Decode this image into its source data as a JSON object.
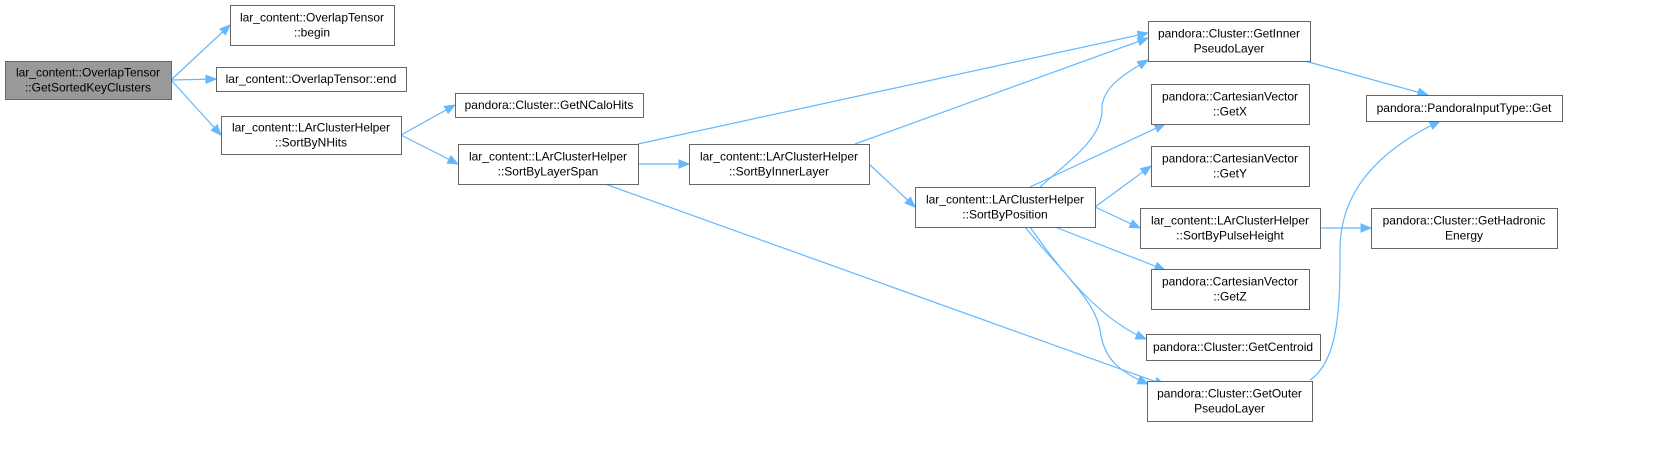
{
  "colors": {
    "edge": "#63b8ff",
    "root_fill": "#999999",
    "node_fill": "#ffffff",
    "node_border": "#666666"
  },
  "nodes": [
    {
      "id": "root",
      "lines": [
        "lar_content::OverlapTensor",
        "::GetSortedKeyClusters"
      ],
      "root": true
    },
    {
      "id": "begin",
      "lines": [
        "lar_content::OverlapTensor",
        "::begin"
      ]
    },
    {
      "id": "end",
      "lines": [
        "lar_content::OverlapTensor::end"
      ]
    },
    {
      "id": "sortbynhits",
      "lines": [
        "lar_content::LArClusterHelper",
        "::SortByNHits"
      ]
    },
    {
      "id": "getncalohits",
      "lines": [
        "pandora::Cluster::GetNCaloHits"
      ]
    },
    {
      "id": "sortbylayerspan",
      "lines": [
        "lar_content::LArClusterHelper",
        "::SortByLayerSpan"
      ]
    },
    {
      "id": "sortbyinnerlayer",
      "lines": [
        "lar_content::LArClusterHelper",
        "::SortByInnerLayer"
      ]
    },
    {
      "id": "sortbyposition",
      "lines": [
        "lar_content::LArClusterHelper",
        "::SortByPosition"
      ]
    },
    {
      "id": "getinnerpl",
      "lines": [
        "pandora::Cluster::GetInner",
        "PseudoLayer"
      ]
    },
    {
      "id": "getx",
      "lines": [
        "pandora::CartesianVector",
        "::GetX"
      ]
    },
    {
      "id": "gety",
      "lines": [
        "pandora::CartesianVector",
        "::GetY"
      ]
    },
    {
      "id": "sortbypulseheight",
      "lines": [
        "lar_content::LArClusterHelper",
        "::SortByPulseHeight"
      ]
    },
    {
      "id": "getz",
      "lines": [
        "pandora::CartesianVector",
        "::GetZ"
      ]
    },
    {
      "id": "getcentroid",
      "lines": [
        "pandora::Cluster::GetCentroid"
      ]
    },
    {
      "id": "getouterpl",
      "lines": [
        "pandora::Cluster::GetOuter",
        "PseudoLayer"
      ]
    },
    {
      "id": "inputtypeget",
      "lines": [
        "pandora::PandoraInputType::Get"
      ]
    },
    {
      "id": "gethadronic",
      "lines": [
        "pandora::Cluster::GetHadronic",
        "Energy"
      ]
    }
  ],
  "edges": [
    [
      "root",
      "begin"
    ],
    [
      "root",
      "end"
    ],
    [
      "root",
      "sortbynhits"
    ],
    [
      "sortbynhits",
      "getncalohits"
    ],
    [
      "sortbynhits",
      "sortbylayerspan"
    ],
    [
      "sortbylayerspan",
      "getinnerpl"
    ],
    [
      "sortbylayerspan",
      "sortbyinnerlayer"
    ],
    [
      "sortbylayerspan",
      "getouterpl"
    ],
    [
      "sortbyinnerlayer",
      "getinnerpl"
    ],
    [
      "sortbyinnerlayer",
      "sortbyposition"
    ],
    [
      "sortbyposition",
      "getinnerpl"
    ],
    [
      "sortbyposition",
      "getx"
    ],
    [
      "sortbyposition",
      "gety"
    ],
    [
      "sortbyposition",
      "sortbypulseheight"
    ],
    [
      "sortbyposition",
      "getz"
    ],
    [
      "sortbyposition",
      "getcentroid"
    ],
    [
      "sortbyposition",
      "getouterpl"
    ],
    [
      "getinnerpl",
      "inputtypeget"
    ],
    [
      "getouterpl",
      "inputtypeget"
    ],
    [
      "sortbypulseheight",
      "gethadronic"
    ]
  ]
}
